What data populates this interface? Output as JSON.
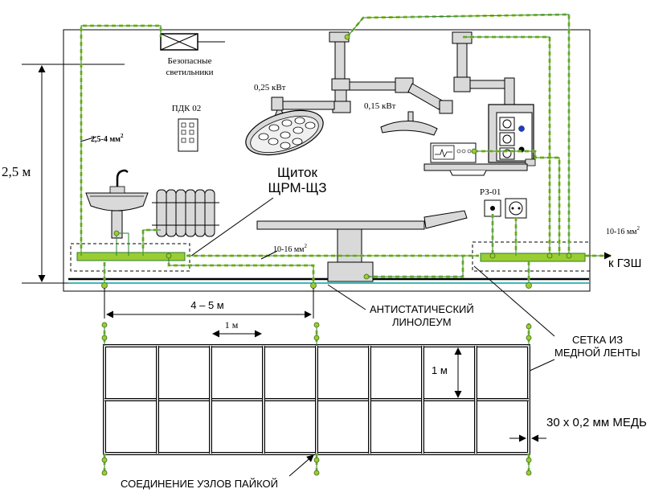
{
  "labels": {
    "safe_lights_1": "Безопасные",
    "safe_lights_2": "светильники",
    "pdk": "ПДК 02",
    "cross_section_1": "2,5-4 мм",
    "cross_section_1_sup": "2",
    "power_1": "0,25 кВт",
    "power_2": "0,15 кВт",
    "height": "2,5 м",
    "shield_1": "Щиток",
    "shield_2": "ЩРМ-ЩЗ",
    "rz": "РЗ-01",
    "cross_section_2": "10-16 мм",
    "cross_section_2_sup": "2",
    "cross_section_3": "10-16 мм",
    "cross_section_3_sup": "2",
    "to_gzsh": "к ГЗШ",
    "dist_4_5": "4 – 5 м",
    "dist_1m_h": "1 м",
    "dist_1m_v": "1 м",
    "linoleum_1": "АНТИСТАТИЧЕСКИЙ",
    "linoleum_2": "ЛИНОЛЕУМ",
    "mesh_1": "СЕТКА  ИЗ",
    "mesh_2": "МЕДНОЙ  ЛЕНТЫ",
    "strip": "30 х 0,2 мм  МЕДЬ",
    "solder": "СОЕДИНЕНИЕ  УЗЛОВ  ПАЙКОЙ"
  },
  "colors": {
    "ground_wire": "#9acd32",
    "ground_wire_dark": "#2e7d32",
    "equipment_fill": "#d9d9d9",
    "floor_line": "#00a0a0"
  }
}
